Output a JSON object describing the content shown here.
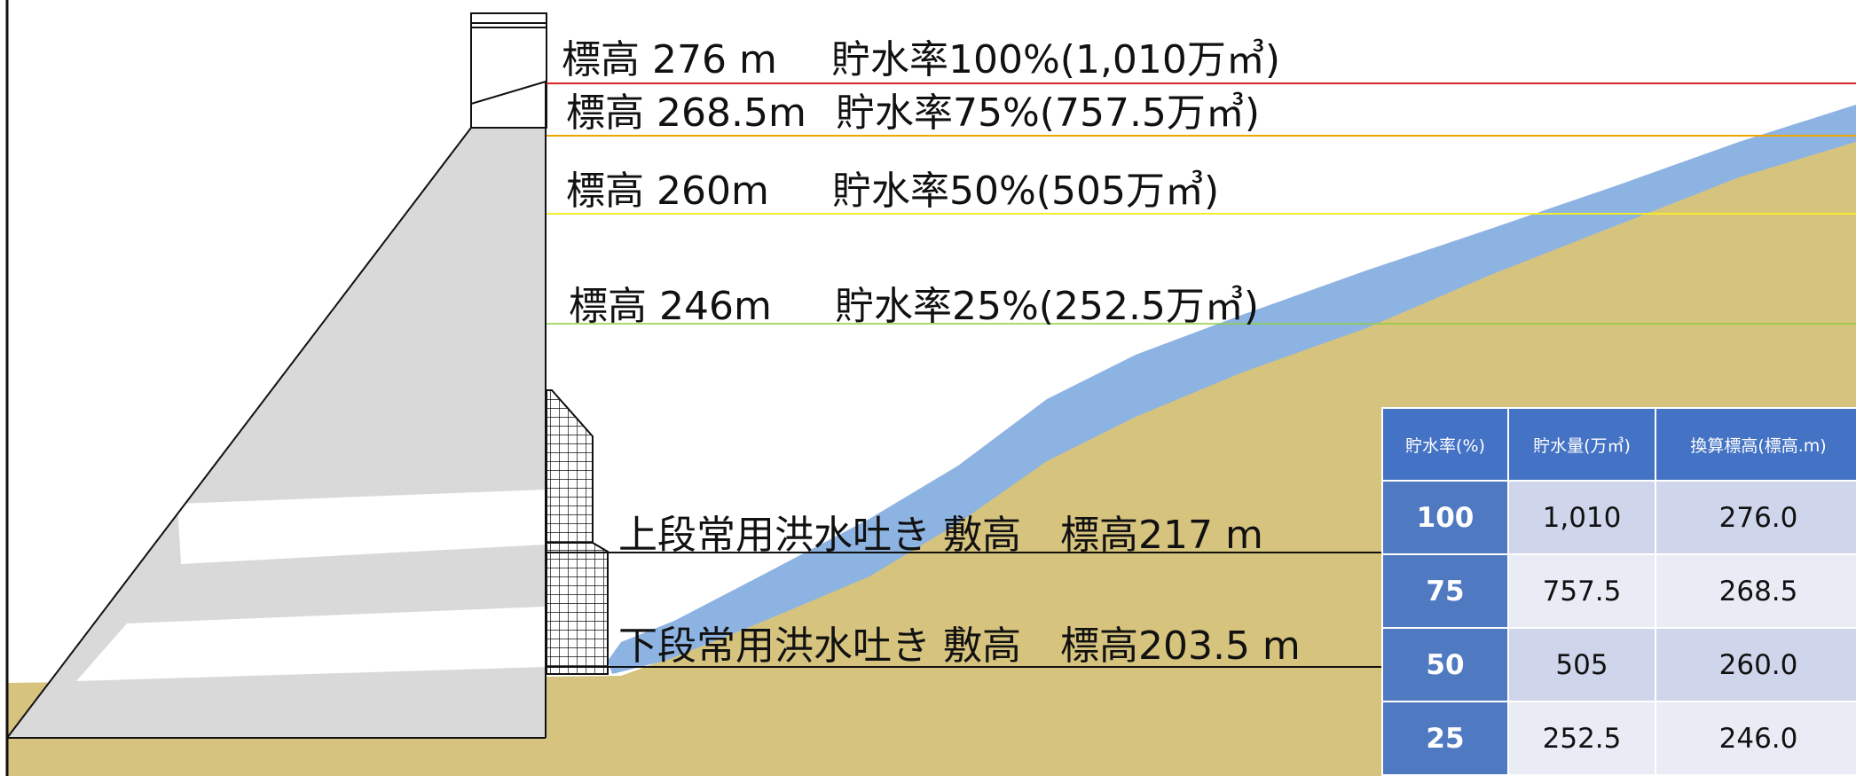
{
  "levels": [
    {
      "elevation_label": "標高 276 m",
      "rate_label": "貯水率100%(1,010万㎥)",
      "elevation_m": 276,
      "line_color": "#d62828"
    },
    {
      "elevation_label": "標高 268.5m",
      "rate_label": "貯水率75%(757.5万㎥)",
      "elevation_m": 268.5,
      "line_color": "#f0a500"
    },
    {
      "elevation_label": "標高 260m",
      "rate_label": "貯水率50%(505万㎥)",
      "elevation_m": 260,
      "line_color": "#f3ec2a"
    },
    {
      "elevation_label": "標高 246m",
      "rate_label": "貯水率25%(252.5万㎥)",
      "elevation_m": 246,
      "line_color": "#8dcf3f"
    }
  ],
  "spillways": {
    "upper": {
      "label": "上段常用洪水吐き 敷高　標高217 m",
      "elevation_m": 217
    },
    "lower": {
      "label": "下段常用洪水吐き 敷高　標高203.5 m",
      "elevation_m": 203.5
    }
  },
  "table": {
    "headers": [
      "貯水率(%)",
      "貯水量(万㎥)",
      "換算標高(標高.m)"
    ],
    "rows": [
      [
        "100",
        "1,010",
        "276.0"
      ],
      [
        "75",
        "757.5",
        "268.5"
      ],
      [
        "50",
        "505",
        "260.0"
      ],
      [
        "25",
        "252.5",
        "246.0"
      ]
    ]
  },
  "colors": {
    "ground": "#d6c47e",
    "water": "#8db3e2",
    "dam_body": "#d9d9d9",
    "table_header": "#4472c4"
  }
}
